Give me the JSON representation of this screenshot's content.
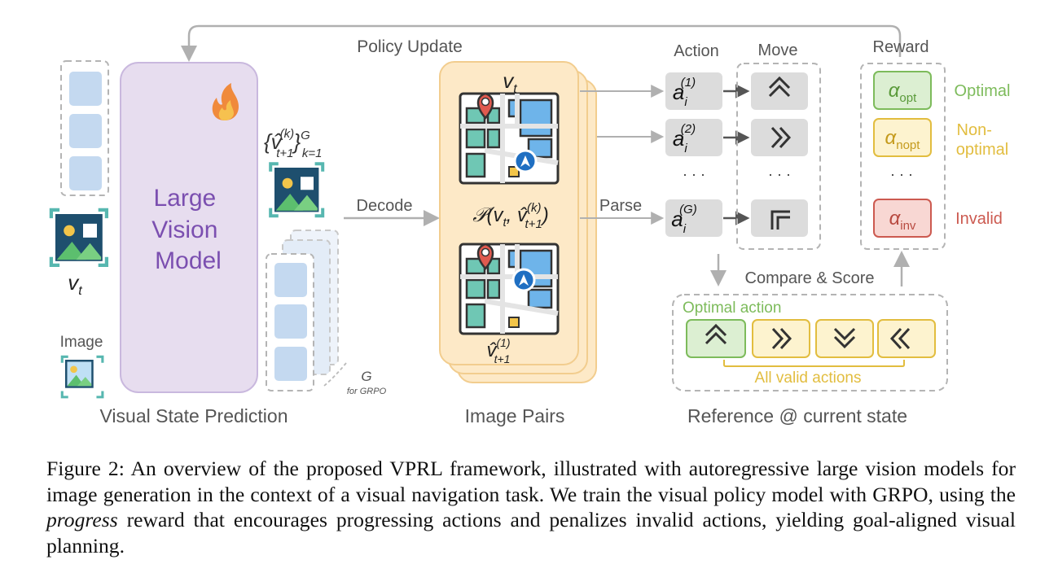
{
  "figure": {
    "policy_update_label": "Policy Update",
    "lvm_label_lines": [
      "Large",
      "Vision",
      "Model"
    ],
    "input_state_label": "v",
    "input_state_subscript": "t",
    "image_label": "Image",
    "predictions_label": "{v̂",
    "predictions_superscript": "(k)",
    "predictions_subscript": "t+1",
    "predictions_close": "}",
    "predictions_range_super": "G",
    "predictions_range_sub": "k=1",
    "group_label": "G",
    "group_sublabel": "for GRPO",
    "decode_label": "Decode",
    "current_state_label": "v",
    "current_state_subscript": "t",
    "pair_formula": "𝒫(v",
    "pair_formula_sub_t": "t",
    "pair_formula_mid": ", v̂",
    "pair_formula_sup_k": "(k)",
    "pair_formula_sub_t1": "t+1",
    "pair_formula_close": ")",
    "predicted_state_label": "v̂",
    "predicted_state_superscript": "(1)",
    "predicted_state_subscript": "t+1",
    "parse_label": "Parse",
    "action_header": "Action",
    "move_header": "Move",
    "reward_header": "Reward",
    "actions": [
      {
        "symbol": "a",
        "sub": "i",
        "sup": "(1)",
        "move": "double-chevron-up"
      },
      {
        "symbol": "a",
        "sub": "i",
        "sup": "(2)",
        "move": "double-chevron-right"
      },
      {
        "symbol": "a",
        "sub": "i",
        "sup": "(G)",
        "move": "invalid-corner"
      }
    ],
    "ellipsis": "· · ·",
    "rewards": [
      {
        "symbol": "α",
        "sub": "opt",
        "label_lines": [
          "Optimal"
        ],
        "color": "#7dbb5b",
        "fill": "#dcefd2"
      },
      {
        "symbol": "α",
        "sub": "nopt",
        "label_lines": [
          "Non-",
          "optimal"
        ],
        "color": "#e2bd3f",
        "fill": "#fdf3cf"
      },
      {
        "symbol": "α",
        "sub": "inv",
        "label_lines": [
          "Invalid"
        ],
        "color": "#cc5a50",
        "fill": "#f8d7d3"
      }
    ],
    "compare_label": "Compare & Score",
    "optimal_action_label": "Optimal action",
    "reference_actions": [
      "up",
      "right",
      "down",
      "left"
    ],
    "valid_actions_label": "All valid actions",
    "section_labels": [
      "Visual State Prediction",
      "Image Pairs",
      "Reference @ current state"
    ],
    "colors": {
      "lvm_fill": "#e7ddef",
      "lvm_text": "#7b4fb0",
      "teal": "#57b7b0",
      "thumb": "#c4d9f0",
      "pair_fill": "#fde9c7",
      "pair_border": "#f2cd8e",
      "gray_box": "#dcdcdc",
      "dashed": "#b4b4b4",
      "label_gray": "#555555"
    }
  },
  "caption": {
    "prefix": "Figure 2: An overview of the proposed VPRL framework, illustrated with autoregressive large vision models for image generation in the context of a visual navigation task. We train the visual policy model with GRPO, using the ",
    "emphasis": "progress",
    "suffix": " reward that encourages progressing actions and penalizes invalid actions, yielding goal-aligned visual planning."
  }
}
